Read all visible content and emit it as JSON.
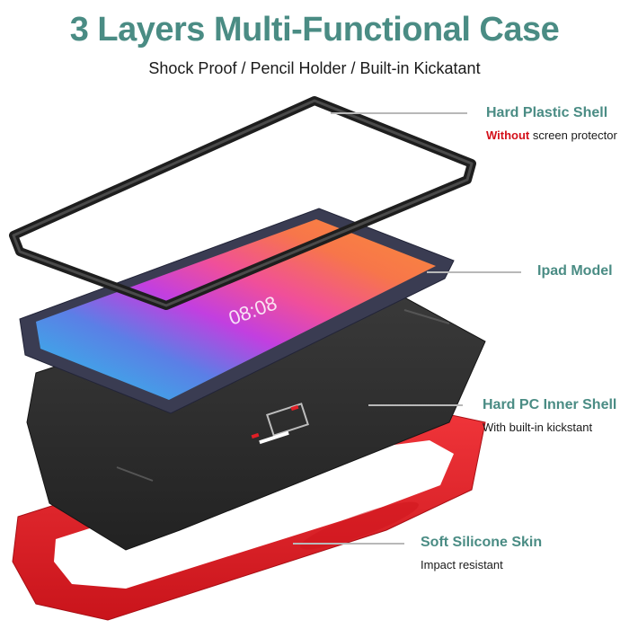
{
  "header": {
    "title": "3 Layers Multi-Functional Case",
    "subtitle": "Shock Proof / Pencil Holder / Built-in Kickatant"
  },
  "colors": {
    "heading_teal": "#4a8c84",
    "highlight_red": "#d4101a",
    "silicone_red": "#e01f26",
    "shell_black": "#2b2b2b",
    "tablet_frame": "#3a3c52",
    "leader_grey": "#b8b8b8"
  },
  "layers": [
    {
      "name": "Hard Plastic Shell",
      "desc_highlight": "Without",
      "desc": " screen protector"
    },
    {
      "name": "Ipad Model",
      "desc_highlight": "",
      "desc": ""
    },
    {
      "name": "Hard PC Inner Shell",
      "desc_highlight": "",
      "desc": "With built-in kickstant"
    },
    {
      "name": "Soft Silicone Skin",
      "desc_highlight": "",
      "desc": "Impact resistant"
    }
  ],
  "tablet_screen": {
    "clock": "08:08"
  }
}
